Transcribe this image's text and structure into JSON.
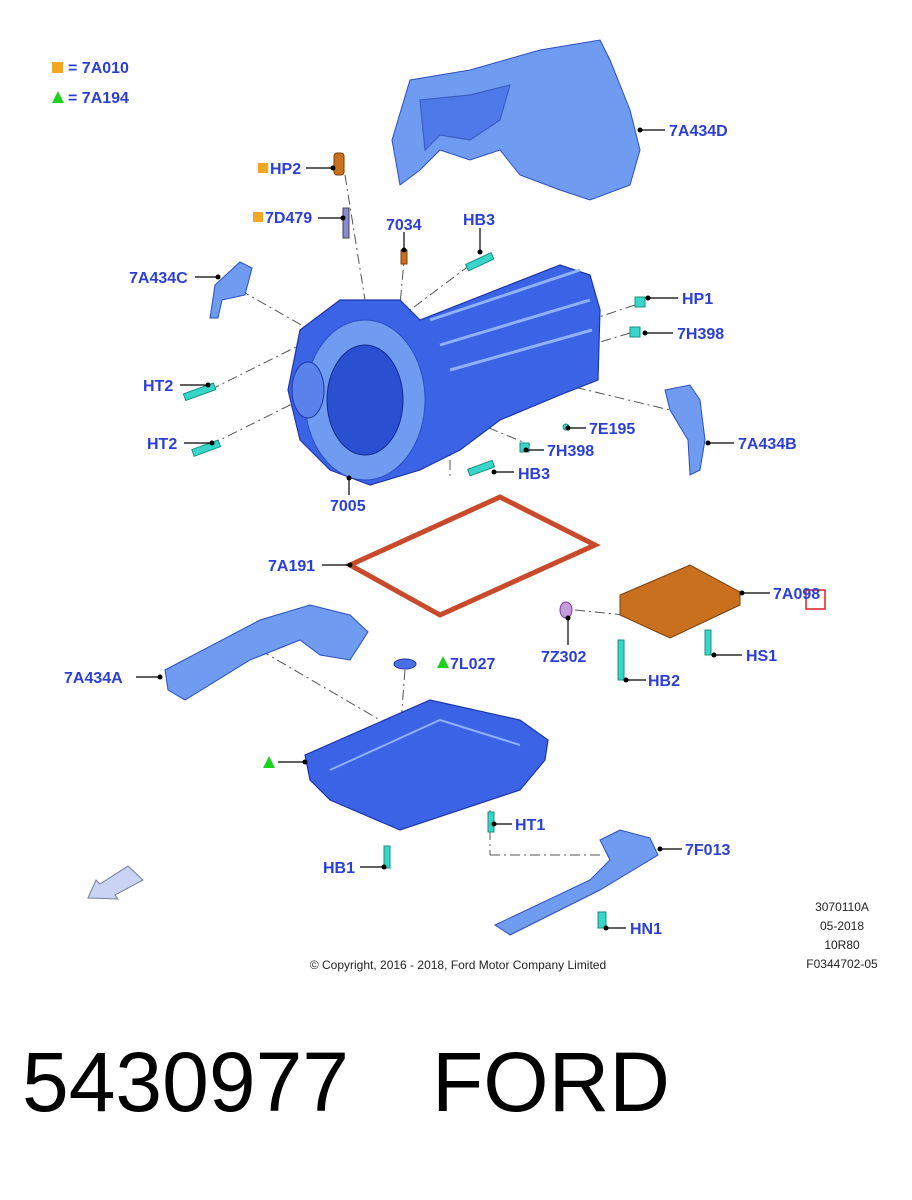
{
  "legend": [
    {
      "symbol": "orange-square",
      "text": "= 7A010",
      "color": "#f5a623"
    },
    {
      "symbol": "green-triangle",
      "text": "= 7A194",
      "color": "#1fd11f"
    }
  ],
  "labels": {
    "hp2": "HP2",
    "d7d479": "7D479",
    "d7034": "7034",
    "hb3_top": "HB3",
    "a434d": "7A434D",
    "a434c": "7A434C",
    "hp1": "HP1",
    "h398_top": "7H398",
    "ht2_a": "HT2",
    "ht2_b": "HT2",
    "e195": "7E195",
    "a434b": "7A434B",
    "h398_b": "7H398",
    "hb3_b": "HB3",
    "d7005": "7005",
    "a191": "7A191",
    "a098": "7A098",
    "z302": "7Z302",
    "hs1": "HS1",
    "hb2": "HB2",
    "a434a": "7A434A",
    "l027": "7L027",
    "ht1": "HT1",
    "f013": "7F013",
    "hb1": "HB1",
    "hn1": "HN1"
  },
  "metadata": {
    "line1": "3070110A",
    "line2": "05-2018",
    "line3": "10R80",
    "line4": "F0344702-05"
  },
  "copyright": "© Copyright, 2016 - 2018, Ford Motor Company Limited",
  "footer": {
    "part_number": "5430977",
    "brand": "FORD"
  },
  "colors": {
    "label": "#2b3fd8",
    "part_blue": "#3a63e6",
    "bolt": "#38d6c8",
    "gasket": "#c94a2a",
    "valve_body": "#c8701e",
    "highlight_box": "#e02020"
  }
}
